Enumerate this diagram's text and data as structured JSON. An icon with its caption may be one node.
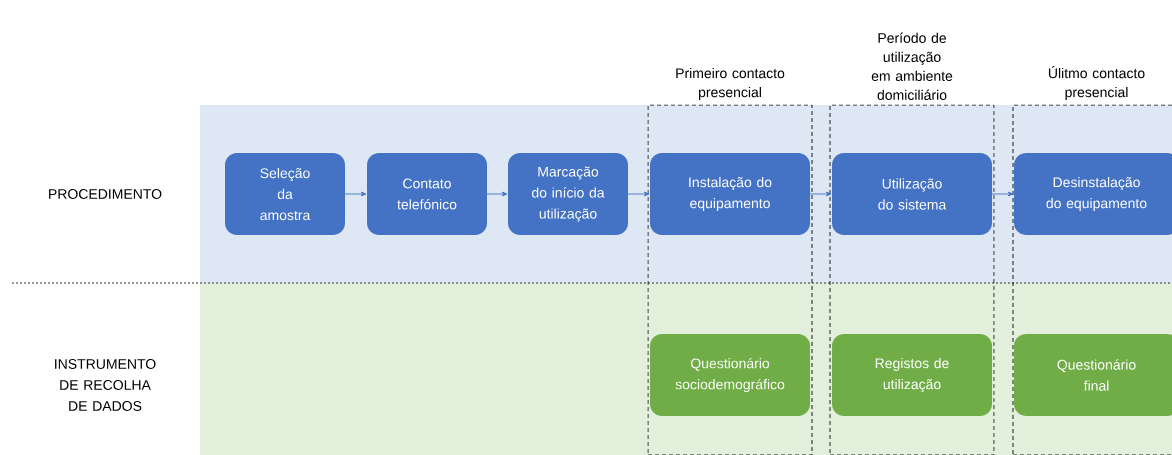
{
  "diagram": {
    "nodes": [
      {
        "text": [
          "Seleção da amostra"
        ]
      },
      {
        "text": [
          "Contato telefónico"
        ]
      },
      {
        "text": [
          "Marcação do início da utilização"
        ]
      },
      {
        "text": [
          "Primeiro contacto presencial"
        ]
      },
      {
        "text": [
          "Instalação do equipamento"
        ],
        "in": 3
      },
      {
        "text": [
          "Questionário sociodemográfico"
        ],
        "in": 3
      },
      {
        "text": [
          "Período de utilização em ambiente domiciliário"
        ]
      },
      {
        "text": [
          "Utilização do sistema"
        ],
        "in": 6
      },
      {
        "text": [
          "Registos de utilização"
        ],
        "in": 6
      },
      {
        "text": [
          "Úlitmo contacto presencial"
        ]
      },
      {
        "text": [
          "Desinstalação do equipamento"
        ],
        "in": 9
      },
      {
        "text": [
          "Questionário final"
        ],
        "in": 9
      }
    ],
    "edges": [
      {
        "from": 0,
        "to": 1,
        "arrow": "to"
      },
      {
        "from": 1,
        "to": 2,
        "arrow": "to"
      },
      {
        "from": 2,
        "to": 4,
        "arrow": "to"
      },
      {
        "from": 4,
        "to": 7,
        "arrow": "to"
      },
      {
        "from": 7,
        "to": 10,
        "arrow": "to"
      }
    ],
    "labels": [
      "PROCEDIMENTO",
      "INSTRUMENTO DE RECOLHA DE DADOS"
    ]
  }
}
